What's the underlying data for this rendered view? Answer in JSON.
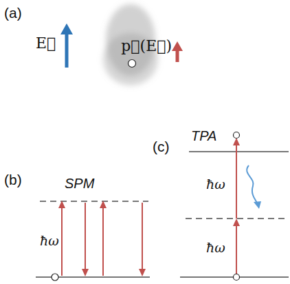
{
  "diagram": {
    "labels": [
      "(a)",
      "(b)",
      "(c)",
      "E⃗",
      "p⃗(E⃗)",
      "SPM",
      "ħω",
      "TPA",
      "ħω",
      "ħω"
    ]
  }
}
